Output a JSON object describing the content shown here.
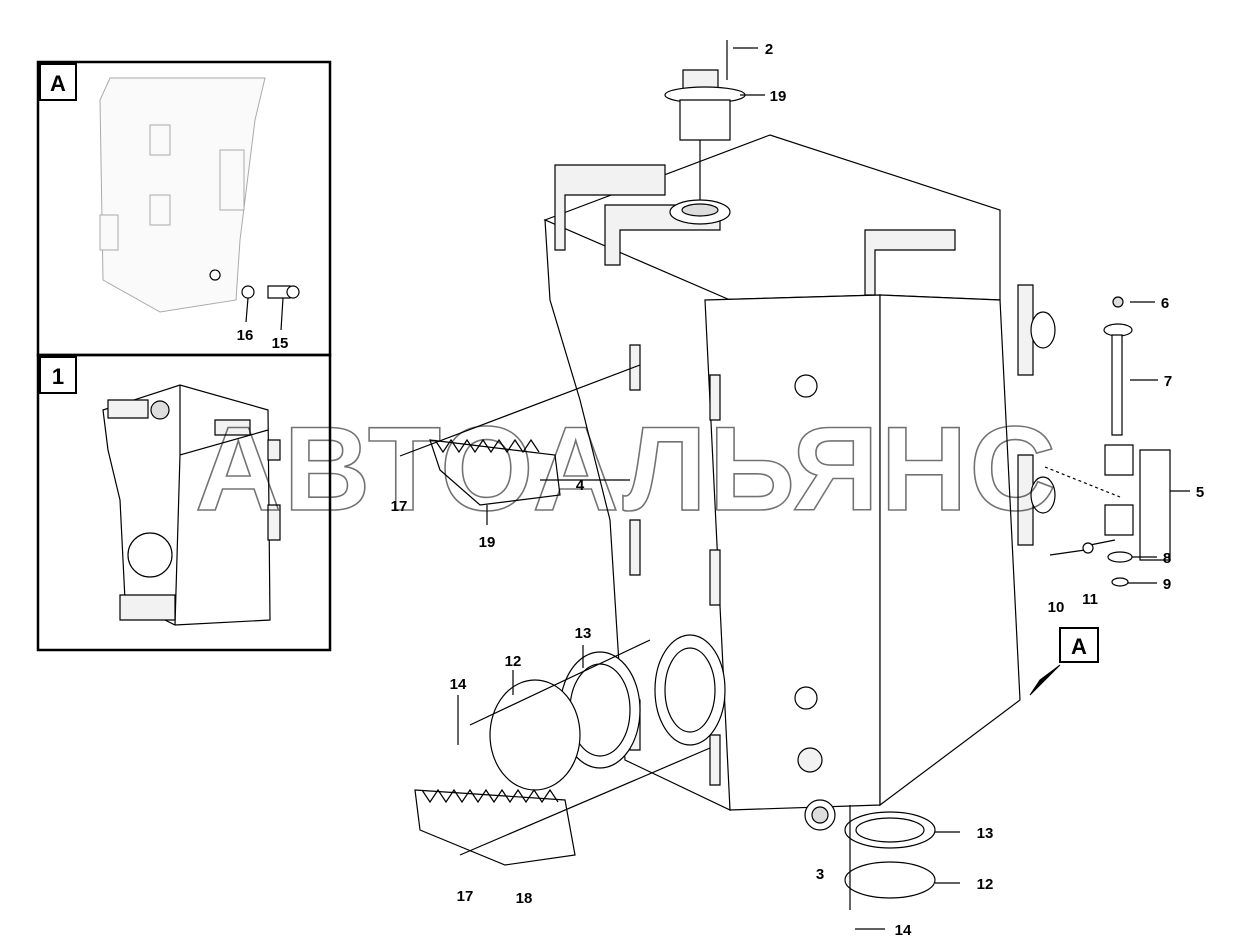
{
  "inset_a": {
    "label": "A",
    "callouts": [
      "16",
      "15"
    ]
  },
  "inset_1": {
    "label": "1"
  },
  "view_marker": {
    "label": "A"
  },
  "callouts": {
    "c2": "2",
    "c19_top": "19",
    "c6": "6",
    "c7": "7",
    "c5": "5",
    "c8": "8",
    "c9": "9",
    "c10": "10",
    "c11": "11",
    "c17_upper": "17",
    "c4": "4",
    "c19_step": "19",
    "c13_left": "13",
    "c12_left": "12",
    "c14_left": "14",
    "c17_lower": "17",
    "c18": "18",
    "c3": "3",
    "c13_bottom": "13",
    "c12_bottom": "12",
    "c14_bottom": "14"
  },
  "watermark": "АВТОАЛЬЯНС"
}
